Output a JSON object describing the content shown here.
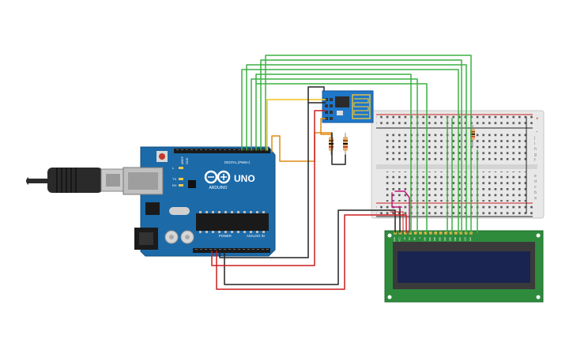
{
  "arduino": {
    "model_label": "UNO",
    "brand_label": "ARDUINO",
    "digital_label": "DIGITAL (PWM~)",
    "power_label": "POWER",
    "analog_label": "ANALOG IN",
    "aref_label": "AREF",
    "gnd_label": "GND",
    "tx_label": "TX",
    "rx_label": "RX",
    "on_label": "ON",
    "l_label": "L"
  },
  "breadboard": {
    "row_letters_top": [
      "j",
      "i",
      "h",
      "g",
      "f"
    ],
    "row_letters_bottom": [
      "e",
      "d",
      "c",
      "b",
      "a"
    ],
    "rail_plus": "+",
    "rail_minus": "-"
  },
  "lcd": {
    "pin_labels": [
      "GND",
      "VCC",
      "V0",
      "RS",
      "RW",
      "E",
      "DB0",
      "DB1",
      "DB2",
      "DB3",
      "DB4",
      "DB5",
      "DB6",
      "DB7",
      "LED",
      "LED"
    ]
  },
  "colors": {
    "wire_green": "#3cb043",
    "wire_red": "#cc1f1f",
    "wire_black": "#222222",
    "wire_orange": "#e08a14",
    "wire_yellow": "#f0c419",
    "wire_magenta": "#c2197a",
    "arduino_board": "#1c6aa8",
    "esp_board": "#1f77c9",
    "lcd_board": "#2e8b3c",
    "lcd_screen": "#1a2450"
  },
  "icons": {
    "usb": "usb-cable-icon",
    "arduino_logo": "infinity-logo-icon"
  }
}
